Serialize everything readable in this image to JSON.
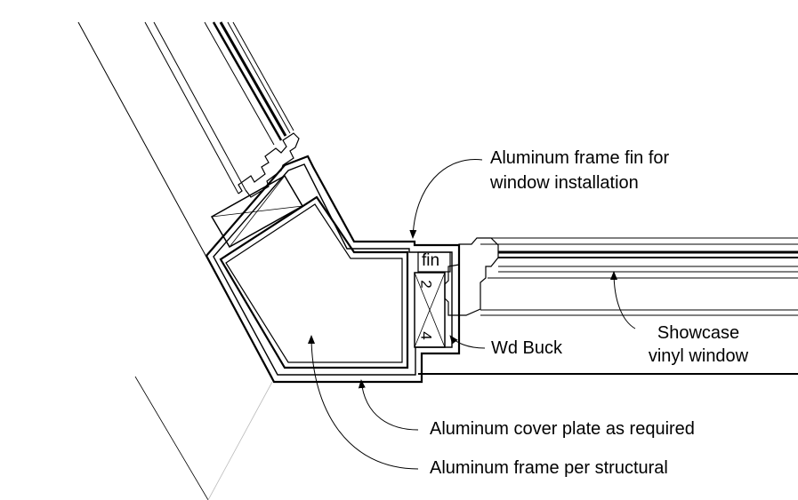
{
  "colors": {
    "line": "#000000",
    "faint_line": "#bbbbbb",
    "background": "#ffffff"
  },
  "labels": {
    "frame_fin_line1": "Aluminum frame fin for",
    "frame_fin_line2": "window installation",
    "fin": "fin",
    "wd_buck": "Wd Buck",
    "showcase_line1": "Showcase",
    "showcase_line2": "vinyl window",
    "cover_plate": "Aluminum cover plate as required",
    "frame_structural": "Aluminum frame per structural",
    "buck_size_top": "2",
    "buck_size_bottom": "4"
  }
}
